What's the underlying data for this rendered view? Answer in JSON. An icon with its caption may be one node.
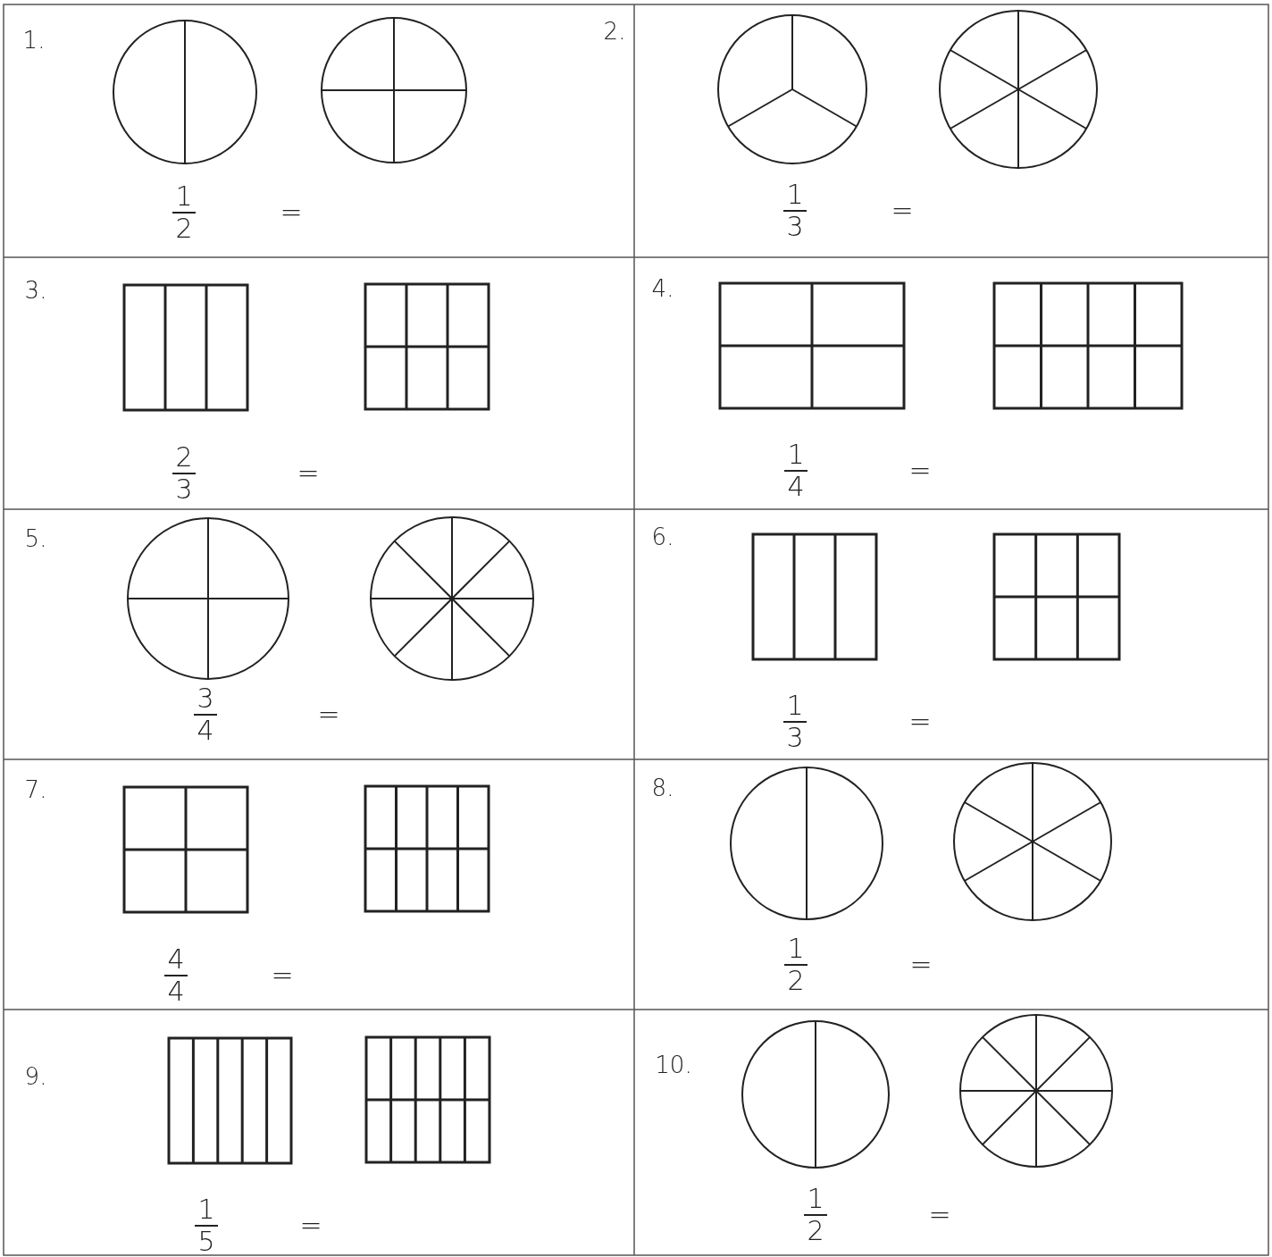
{
  "diagram": {
    "labels": [
      "1.",
      "1",
      "2",
      "=",
      "2.",
      "1",
      "3",
      "=",
      "3.",
      "2",
      "3",
      "=",
      "4.",
      "1",
      "4",
      "=",
      "5.",
      "3",
      "4",
      "=",
      "6.",
      "1",
      "3",
      "=",
      "7.",
      "4",
      "4",
      "=",
      "8.",
      "1",
      "2",
      "=",
      "9.",
      "1",
      "5",
      "=",
      "10.",
      "1",
      "2",
      "="
    ]
  }
}
